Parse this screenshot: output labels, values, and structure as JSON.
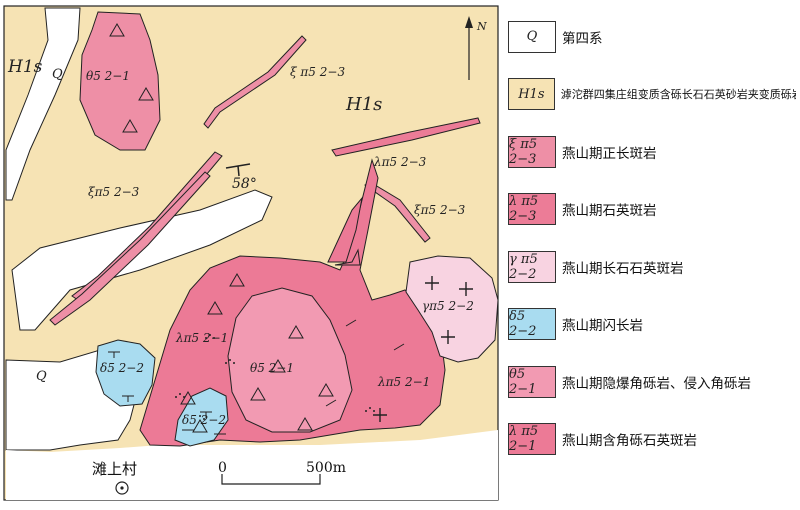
{
  "map": {
    "north_label": "N",
    "dip_label": "58°",
    "village_label": "滩上村",
    "scale": {
      "start": "0",
      "end": "500m"
    },
    "unit_labels": {
      "Q_top": "Q",
      "Q_bottom": "Q",
      "H1s_left": "H1s",
      "H1s_center": "H1s",
      "theta_nw": "θ5 2−1",
      "theta_center": "θ5 2−1",
      "xi_top": "ξ π5 2−3",
      "xi_left": "ξπ5 2−3",
      "xi_right": "ξπ5 2−3",
      "lambda_top": "λπ5 2−3",
      "lambda_west": "λπ5 2−1",
      "lambda_east": "λπ5 2−1",
      "gamma": "γπ5 2−2",
      "delta_west": "δ5 2−2",
      "delta_south": "δ5 2−2"
    }
  },
  "legend": [
    {
      "symbol": "Q",
      "label": "第四系",
      "color": "#ffffff"
    },
    {
      "symbol": "H1s",
      "label": "滹沱群四集庄组变质含砾长石石英砂岩夹变质砾岩",
      "color": "#f6e3b4"
    },
    {
      "symbol": "ξ π5 2−3",
      "label": "燕山期正长斑岩",
      "color": "#ee8fa6"
    },
    {
      "symbol": "λ π5 2−3",
      "label": "燕山期石英斑岩",
      "color": "#ec7c97"
    },
    {
      "symbol": "γ π5 2−2",
      "label": "燕山期长石石英斑岩",
      "color": "#f8d3e1"
    },
    {
      "symbol": "δ5 2−2",
      "label": "燕山期闪长岩",
      "color": "#a9dcf0"
    },
    {
      "symbol": "θ5 2−1",
      "label": "燕山期隐爆角砾岩、侵入角砾岩",
      "color": "#f29ab2"
    },
    {
      "symbol": "λ π5 2−1",
      "label": "燕山期含角砾石英斑岩",
      "color": "#ec7a96"
    }
  ]
}
